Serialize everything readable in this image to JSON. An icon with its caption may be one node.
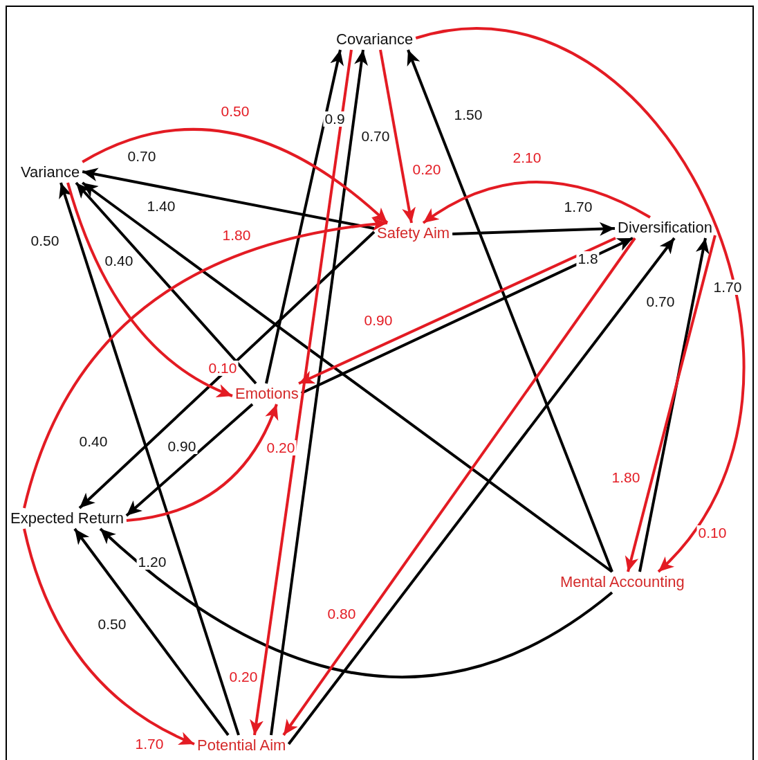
{
  "diagram": {
    "nodes": [
      {
        "text": [
          "Covariance"
        ]
      },
      {
        "text": [
          "Variance"
        ]
      },
      {
        "text": [
          "Safety Aim"
        ]
      },
      {
        "text": [
          "Diversification"
        ]
      },
      {
        "text": [
          "Emotions"
        ]
      },
      {
        "text": [
          "Expected Return"
        ]
      },
      {
        "text": [
          "Mental Accounting"
        ]
      },
      {
        "text": [
          "Potential Aim"
        ]
      }
    ],
    "edges": [
      {
        "from": 2,
        "to": 1,
        "arrow": "to",
        "label": "0.70"
      },
      {
        "from": 6,
        "to": 1,
        "arrow": "to",
        "label": "1.40"
      },
      {
        "from": 4,
        "to": 1,
        "arrow": "to",
        "label": "0.40"
      },
      {
        "from": 7,
        "to": 1,
        "arrow": "to",
        "label": "0.50"
      },
      {
        "from": 4,
        "to": 0,
        "arrow": "to",
        "label": "0.9"
      },
      {
        "from": 7,
        "to": 0,
        "arrow": "to",
        "label": "0.70"
      },
      {
        "from": 6,
        "to": 0,
        "arrow": "to",
        "label": "1.50"
      },
      {
        "from": 2,
        "to": 3,
        "arrow": "to",
        "label": "1.70"
      },
      {
        "from": 4,
        "to": 3,
        "arrow": "to",
        "label": "1.8"
      },
      {
        "from": 7,
        "to": 3,
        "arrow": "to",
        "label": "0.70"
      },
      {
        "from": 6,
        "to": 3,
        "arrow": "to",
        "label": "1.70"
      },
      {
        "from": 2,
        "to": 5,
        "arrow": "to",
        "label": "0.40"
      },
      {
        "from": 4,
        "to": 5,
        "arrow": "to",
        "label": "0.90"
      },
      {
        "from": 6,
        "to": 5,
        "arrow": "to",
        "label": "1.20"
      },
      {
        "from": 7,
        "to": 5,
        "arrow": "to",
        "label": "0.50"
      },
      {
        "from": 1,
        "to": 2,
        "arrow": "to",
        "label": "0.50",
        "color": "#e31b23"
      },
      {
        "from": 5,
        "to": 2,
        "arrow": "to",
        "label": "1.80",
        "color": "#e31b23"
      },
      {
        "from": 0,
        "to": 2,
        "arrow": "to",
        "label": "0.20",
        "color": "#e31b23"
      },
      {
        "from": 3,
        "to": 2,
        "arrow": "to",
        "label": "2.10",
        "color": "#e31b23"
      },
      {
        "from": 0,
        "to": 6,
        "arrow": "to",
        "label": "0.10",
        "color": "#e31b23"
      },
      {
        "from": 3,
        "to": 6,
        "arrow": "to",
        "label": "1.80",
        "color": "#e31b23"
      },
      {
        "from": 3,
        "to": 4,
        "arrow": "to",
        "label": "0.90",
        "color": "#e31b23"
      },
      {
        "from": 1,
        "to": 4,
        "arrow": "to",
        "label": "0.10",
        "color": "#e31b23"
      },
      {
        "from": 5,
        "to": 4,
        "arrow": "to",
        "label": "0.20",
        "color": "#e31b23"
      },
      {
        "from": 5,
        "to": 7,
        "arrow": "to",
        "label": "1.70",
        "color": "#e31b23"
      },
      {
        "from": 0,
        "to": 7,
        "arrow": "to",
        "label": "0.20",
        "color": "#e31b23"
      },
      {
        "from": 3,
        "to": 7,
        "arrow": "to",
        "label": "0.80",
        "color": "#e31b23"
      }
    ]
  }
}
